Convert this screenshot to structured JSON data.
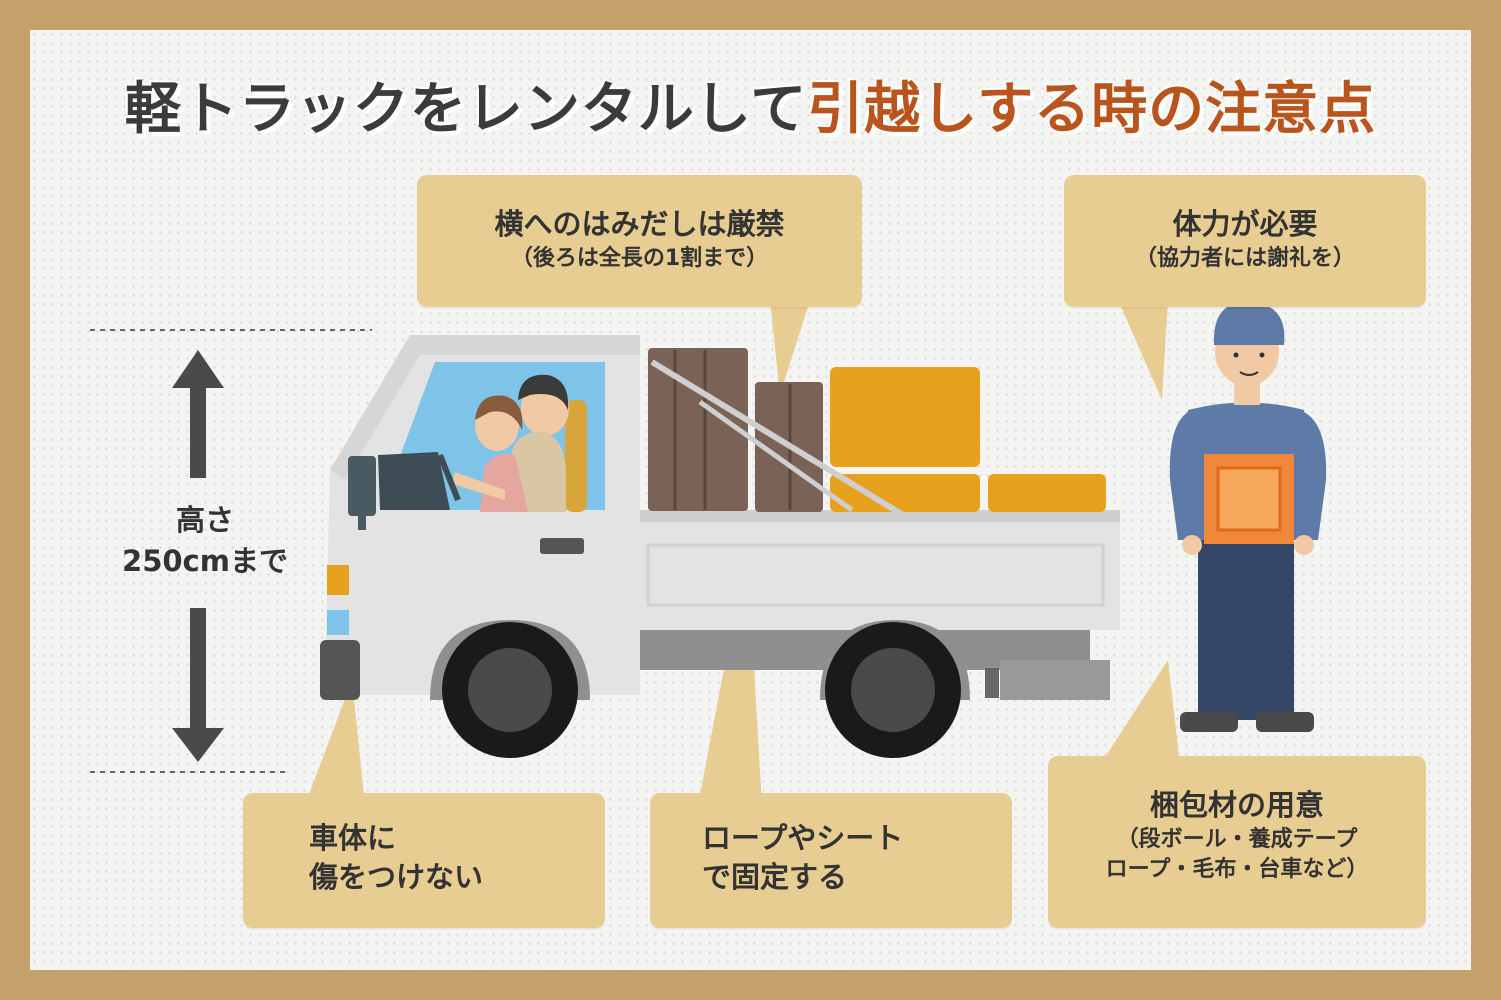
{
  "title": {
    "part1": "軽トラックをレンタルして",
    "part2": "引越しする時の注意点"
  },
  "height_label": {
    "line1": "高さ",
    "line2": "250cmまで"
  },
  "bubbles": {
    "side": {
      "main": "横へのはみだしは厳禁",
      "sub": "（後ろは全長の1割まで）"
    },
    "stamina": {
      "main": "体力が必要",
      "sub": "（協力者には謝礼を）"
    },
    "body": {
      "line1": "車体に",
      "line2": "傷をつけない"
    },
    "rope": {
      "line1": "ロープやシート",
      "line2": "で固定する"
    },
    "packing": {
      "main": "梱包材の用意",
      "sub1": "（段ボール・養成テープ",
      "sub2": "ロープ・毛布・台車など）"
    }
  },
  "colors": {
    "frame": "#c4a06a",
    "bubble": "#e8cd93",
    "title_dark": "#3b3b3b",
    "title_accent": "#b8541c",
    "cargo_brown": "#7a6256",
    "cargo_orange": "#e8a11c",
    "truck_body": "#e3e3e3",
    "worker_shirt": "#5e7aa6",
    "worker_pants": "#354766"
  }
}
